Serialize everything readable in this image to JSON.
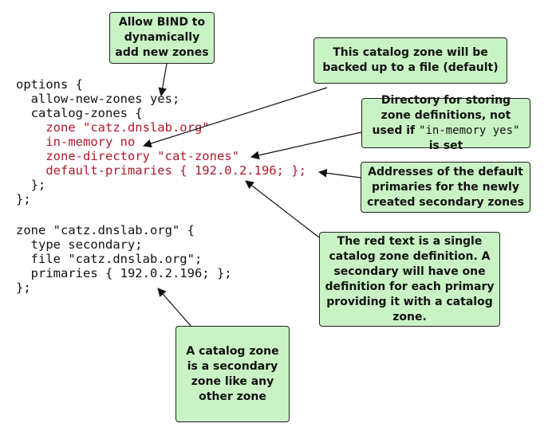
{
  "code_block_1": {
    "line1": "options {",
    "line2": "  allow-new-zones yes;",
    "line3": "  catalog-zones {",
    "line4": "    zone \"catz.dnslab.org\"",
    "line5": "    in-memory no",
    "line6": "    zone-directory \"cat-zones\"",
    "line7": "    default-primaries { 192.0.2.196; };",
    "line8": "  };",
    "line9": "};"
  },
  "code_block_2": {
    "line1": "zone \"catz.dnslab.org\" {",
    "line2": "  type secondary;",
    "line3": "  file \"catz.dnslab.org\";",
    "line4": "  primaries { 192.0.2.196; };",
    "line5": "};"
  },
  "callouts": {
    "allow_bind": "Allow BIND to dynamically add new zones",
    "backed_up": "This catalog zone will be backed up to a file (default)",
    "directory_pre": "Directory for storing zone definitions, not used if ",
    "directory_code": "\"in-memory yes\"",
    "directory_post": " is set",
    "addresses": "Addresses of the default primaries for the newly created secondary zones",
    "red_text": "The red text is a single catalog zone definition. A secondary will have one definition for each primary providing it with a catalog zone.",
    "catalog_zone": "A catalog zone is a secondary zone like any other zone"
  },
  "colors": {
    "callout_fill": "#c9f3c4",
    "highlight_text": "#b0182a"
  }
}
